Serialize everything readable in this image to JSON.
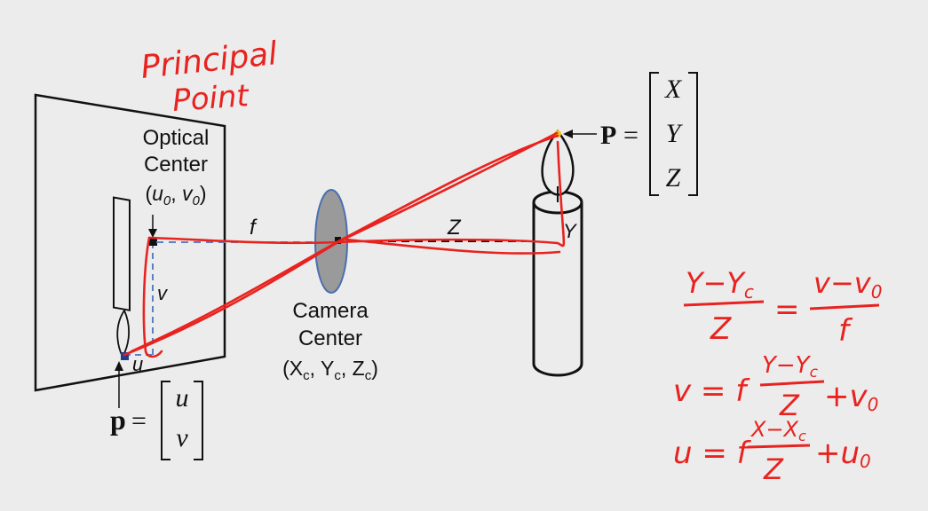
{
  "diagram": {
    "annotation_title": {
      "line1": "Principal",
      "line2": "Point"
    },
    "optical_center": {
      "line1": "Optical",
      "line2": "Center",
      "coord_u": "u",
      "coord_u_sub": "0",
      "coord_v": "v",
      "coord_v_sub": "0"
    },
    "camera_center": {
      "line1": "Camera",
      "line2": "Center",
      "X": "X",
      "Y": "Y",
      "Z": "Z",
      "sub": "c"
    },
    "labels": {
      "f": "f",
      "Z": "Z",
      "Y": "Y",
      "v": "v",
      "u": "u"
    },
    "world_point": {
      "symbol": "P",
      "equals": "=",
      "entries": [
        "X",
        "Y",
        "Z"
      ]
    },
    "image_point": {
      "symbol": "p",
      "equals": "=",
      "entries": [
        "u",
        "v"
      ]
    },
    "equations": {
      "eq1": {
        "num_left": "Y−Y",
        "num_left_sub": "c",
        "den_left": "Z",
        "equals": "=",
        "num_right": "v−v",
        "num_right_sub": "0",
        "den_right": "f"
      },
      "eq2": {
        "lhs": "v = f",
        "num": "Y−Y",
        "num_sub": "c",
        "den": "Z",
        "tail": "+v",
        "tail_sub": "0"
      },
      "eq3": {
        "lhs": "u = f",
        "num": "X−X",
        "num_sub": "c",
        "den": "Z",
        "tail": "+u",
        "tail_sub": "0"
      }
    },
    "colors": {
      "ink": "#111111",
      "annotation": "#e8231f",
      "dashed": "#5a82c2",
      "lens_fill": "#9a9a9a",
      "lens_stroke": "#4a6fb0",
      "background": "#ececec"
    }
  }
}
